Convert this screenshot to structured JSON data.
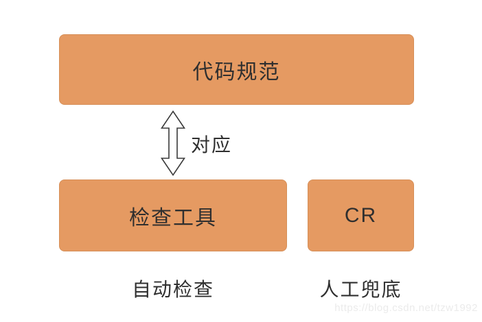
{
  "diagram": {
    "top_box": {
      "label": "代码规范"
    },
    "arrow": {
      "label": "对应",
      "icon": "double-vertical-arrow"
    },
    "left_box": {
      "label": "检查工具"
    },
    "right_box": {
      "label": "CR"
    },
    "captions": {
      "left": "自动检查",
      "right": "人工兜底"
    },
    "watermark": "https://blog.csdn.net/tzw1992",
    "colors": {
      "bg": "#ffffff",
      "box_fill": "#e59a62",
      "box_border": "#d68f58",
      "text": "#2f2f2f",
      "arrow_stroke": "#3a3a3a",
      "watermark": "#ebebeb"
    }
  }
}
